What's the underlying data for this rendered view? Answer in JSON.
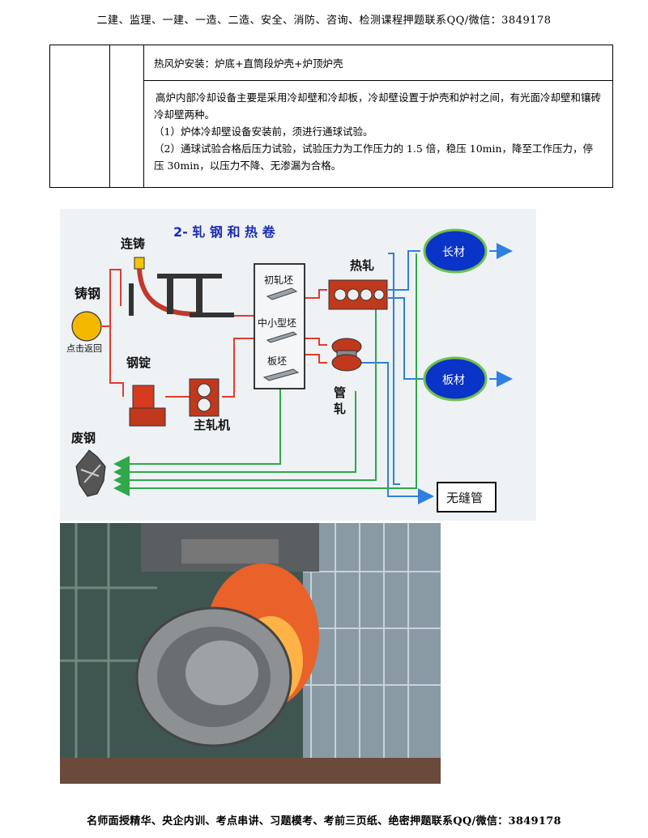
{
  "header": {
    "text": "二建、监理、一建、一造、二造、安全、消防、咨询、检测课程押题联系QQ/微信：3849178"
  },
  "table": {
    "row1": {
      "text": "热风炉安装：炉底+直筒段炉壳+炉顶炉壳"
    },
    "row2": {
      "para": "高炉内部冷却设备主要是采用冷却壁和冷却板，冷却壁设置于炉壳和炉衬之间，有光面冷却壁和镶砖冷却壁两种。",
      "item1": "（1）炉体冷却壁设备安装前，须进行通球试验。",
      "item2": "（2）通球试验合格后压力试验，试验压力为工作压力的 1.5 倍，稳压 10min，降至工作压力，停压 30min，以压力不降、无渗漏为合格。"
    }
  },
  "diagram": {
    "title": "2- 轧 钢 和 热 卷",
    "casting_steel": "铸钢",
    "click_return": "点击返回",
    "continuous_casting": "连铸",
    "ingot": "钢锭",
    "main_mill": "主轧机",
    "billet_initial": "初轧坯",
    "billet_small": "中小型坯",
    "slab": "板坯",
    "hot_rolling": "热轧",
    "pipe_rolling_1": "管",
    "pipe_rolling_2": "轧",
    "long_products": "长材",
    "plate": "板材",
    "scrap": "废钢",
    "seamless_pipe": "无缝管",
    "colors": {
      "red_line": "#e23b2e",
      "green_line": "#2fa84a",
      "blue_line": "#2f7fe0",
      "ellipse_fill": "#0a33c8",
      "circle_fill": "#f5b800"
    }
  },
  "footer": {
    "text": "名师面授精华、央企内训、考点串讲、习题模考、考前三页纸、绝密押题联系QQ/微信：3849178"
  }
}
